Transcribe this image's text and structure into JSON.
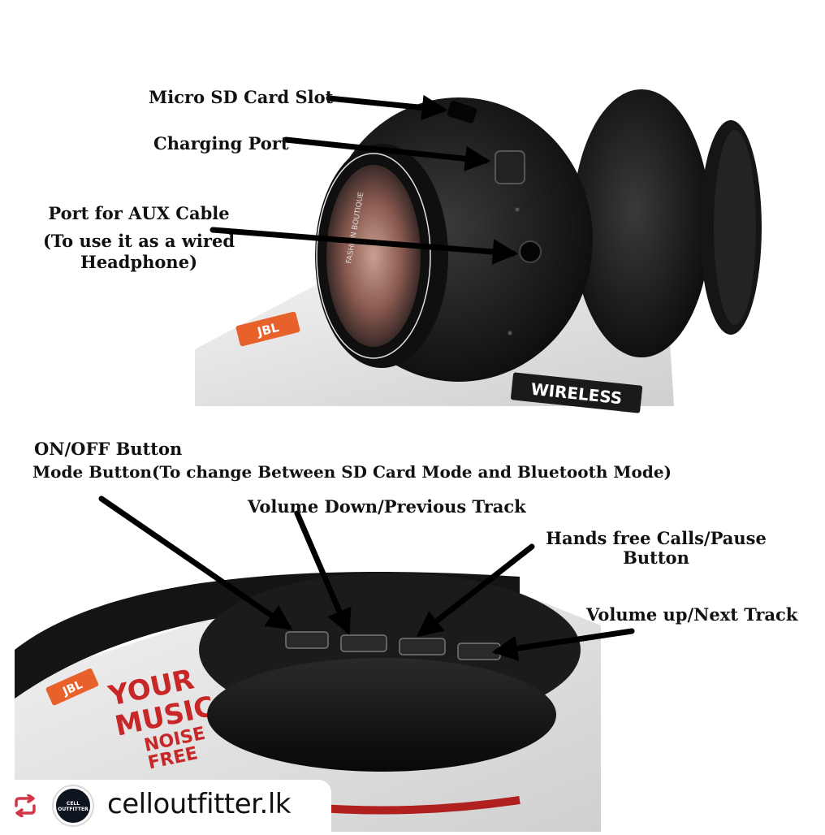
{
  "top_labels": {
    "sd_slot": "Micro SD Card Slot",
    "charging": "Charging Port",
    "aux_line1": "Port for AUX Cable",
    "aux_line2": "(To use it as a wired",
    "aux_line3": "Headphone)"
  },
  "bottom_labels": {
    "on_off": "ON/OFF Button",
    "mode": "Mode Button(To change Between SD Card Mode and Bluetooth Mode)",
    "vol_down": "Volume Down/Previous Track",
    "hands_free_line1": "Hands free Calls/Pause",
    "hands_free_line2": "Button",
    "vol_up": "Volume up/Next Track"
  },
  "photo_text": {
    "box_brand": "JBL",
    "box_wireless": "WIRELESS",
    "cup_ring": "FASHION BOUTIQUE",
    "box_slogan_1": "YOUR",
    "box_slogan_2": "MUSIC",
    "box_slogan_3": "NOISE",
    "box_slogan_4": "FREE"
  },
  "repost": {
    "avatar_text": "CELL OUTFITTER",
    "username": "celloutfitter.lk"
  },
  "colors": {
    "repost_icon": "#d3364a",
    "jbl_orange": "#e8602a",
    "box_red": "#c82727"
  }
}
